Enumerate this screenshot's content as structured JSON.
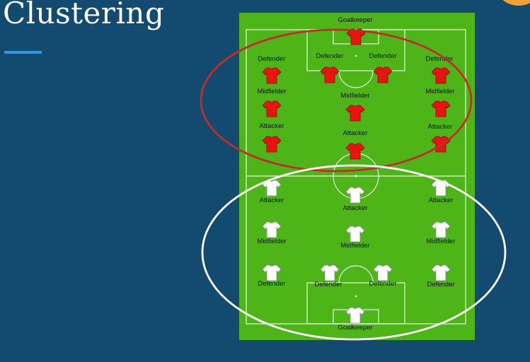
{
  "slide": {
    "title": "Clustering"
  },
  "colors": {
    "background": "#134a70",
    "accent_underline": "#2d9be0",
    "pitch": "#4db518",
    "team_top_shirt": "#e8140e",
    "team_bottom_shirt": "#ffffff",
    "cluster_top_ellipse": "#c62a2a",
    "cluster_bottom_ellipse": "#ffffff"
  },
  "top_team": {
    "shirt_icon": "shirt-icon",
    "labels": {
      "goalkeeper": "Goalkeeper",
      "defender_left": "Defender",
      "defender_center_left": "Defender",
      "defender_center_right": "Defender",
      "defender_right": "Defender",
      "midfielder_left": "Midfielder",
      "midfielder_center": "Midfielder",
      "midfielder_right": "Midfielder",
      "attacker_left": "Attacker",
      "attacker_center": "Attacker",
      "attacker_right": "Attacker"
    }
  },
  "bottom_team": {
    "shirt_icon": "shirt-icon",
    "labels": {
      "attacker_left": "Attacker",
      "attacker_center": "Attacker",
      "attacker_right": "Attacker",
      "midfielder_left": "Midfielder",
      "midfielder_center": "Midfielder",
      "midfielder_right": "Midfielder",
      "defender_left": "Defender",
      "defender_center_left": "Defender",
      "defender_center_right": "Defender",
      "defender_right": "Defender",
      "goalkeeper": "Goalkeeper"
    }
  }
}
